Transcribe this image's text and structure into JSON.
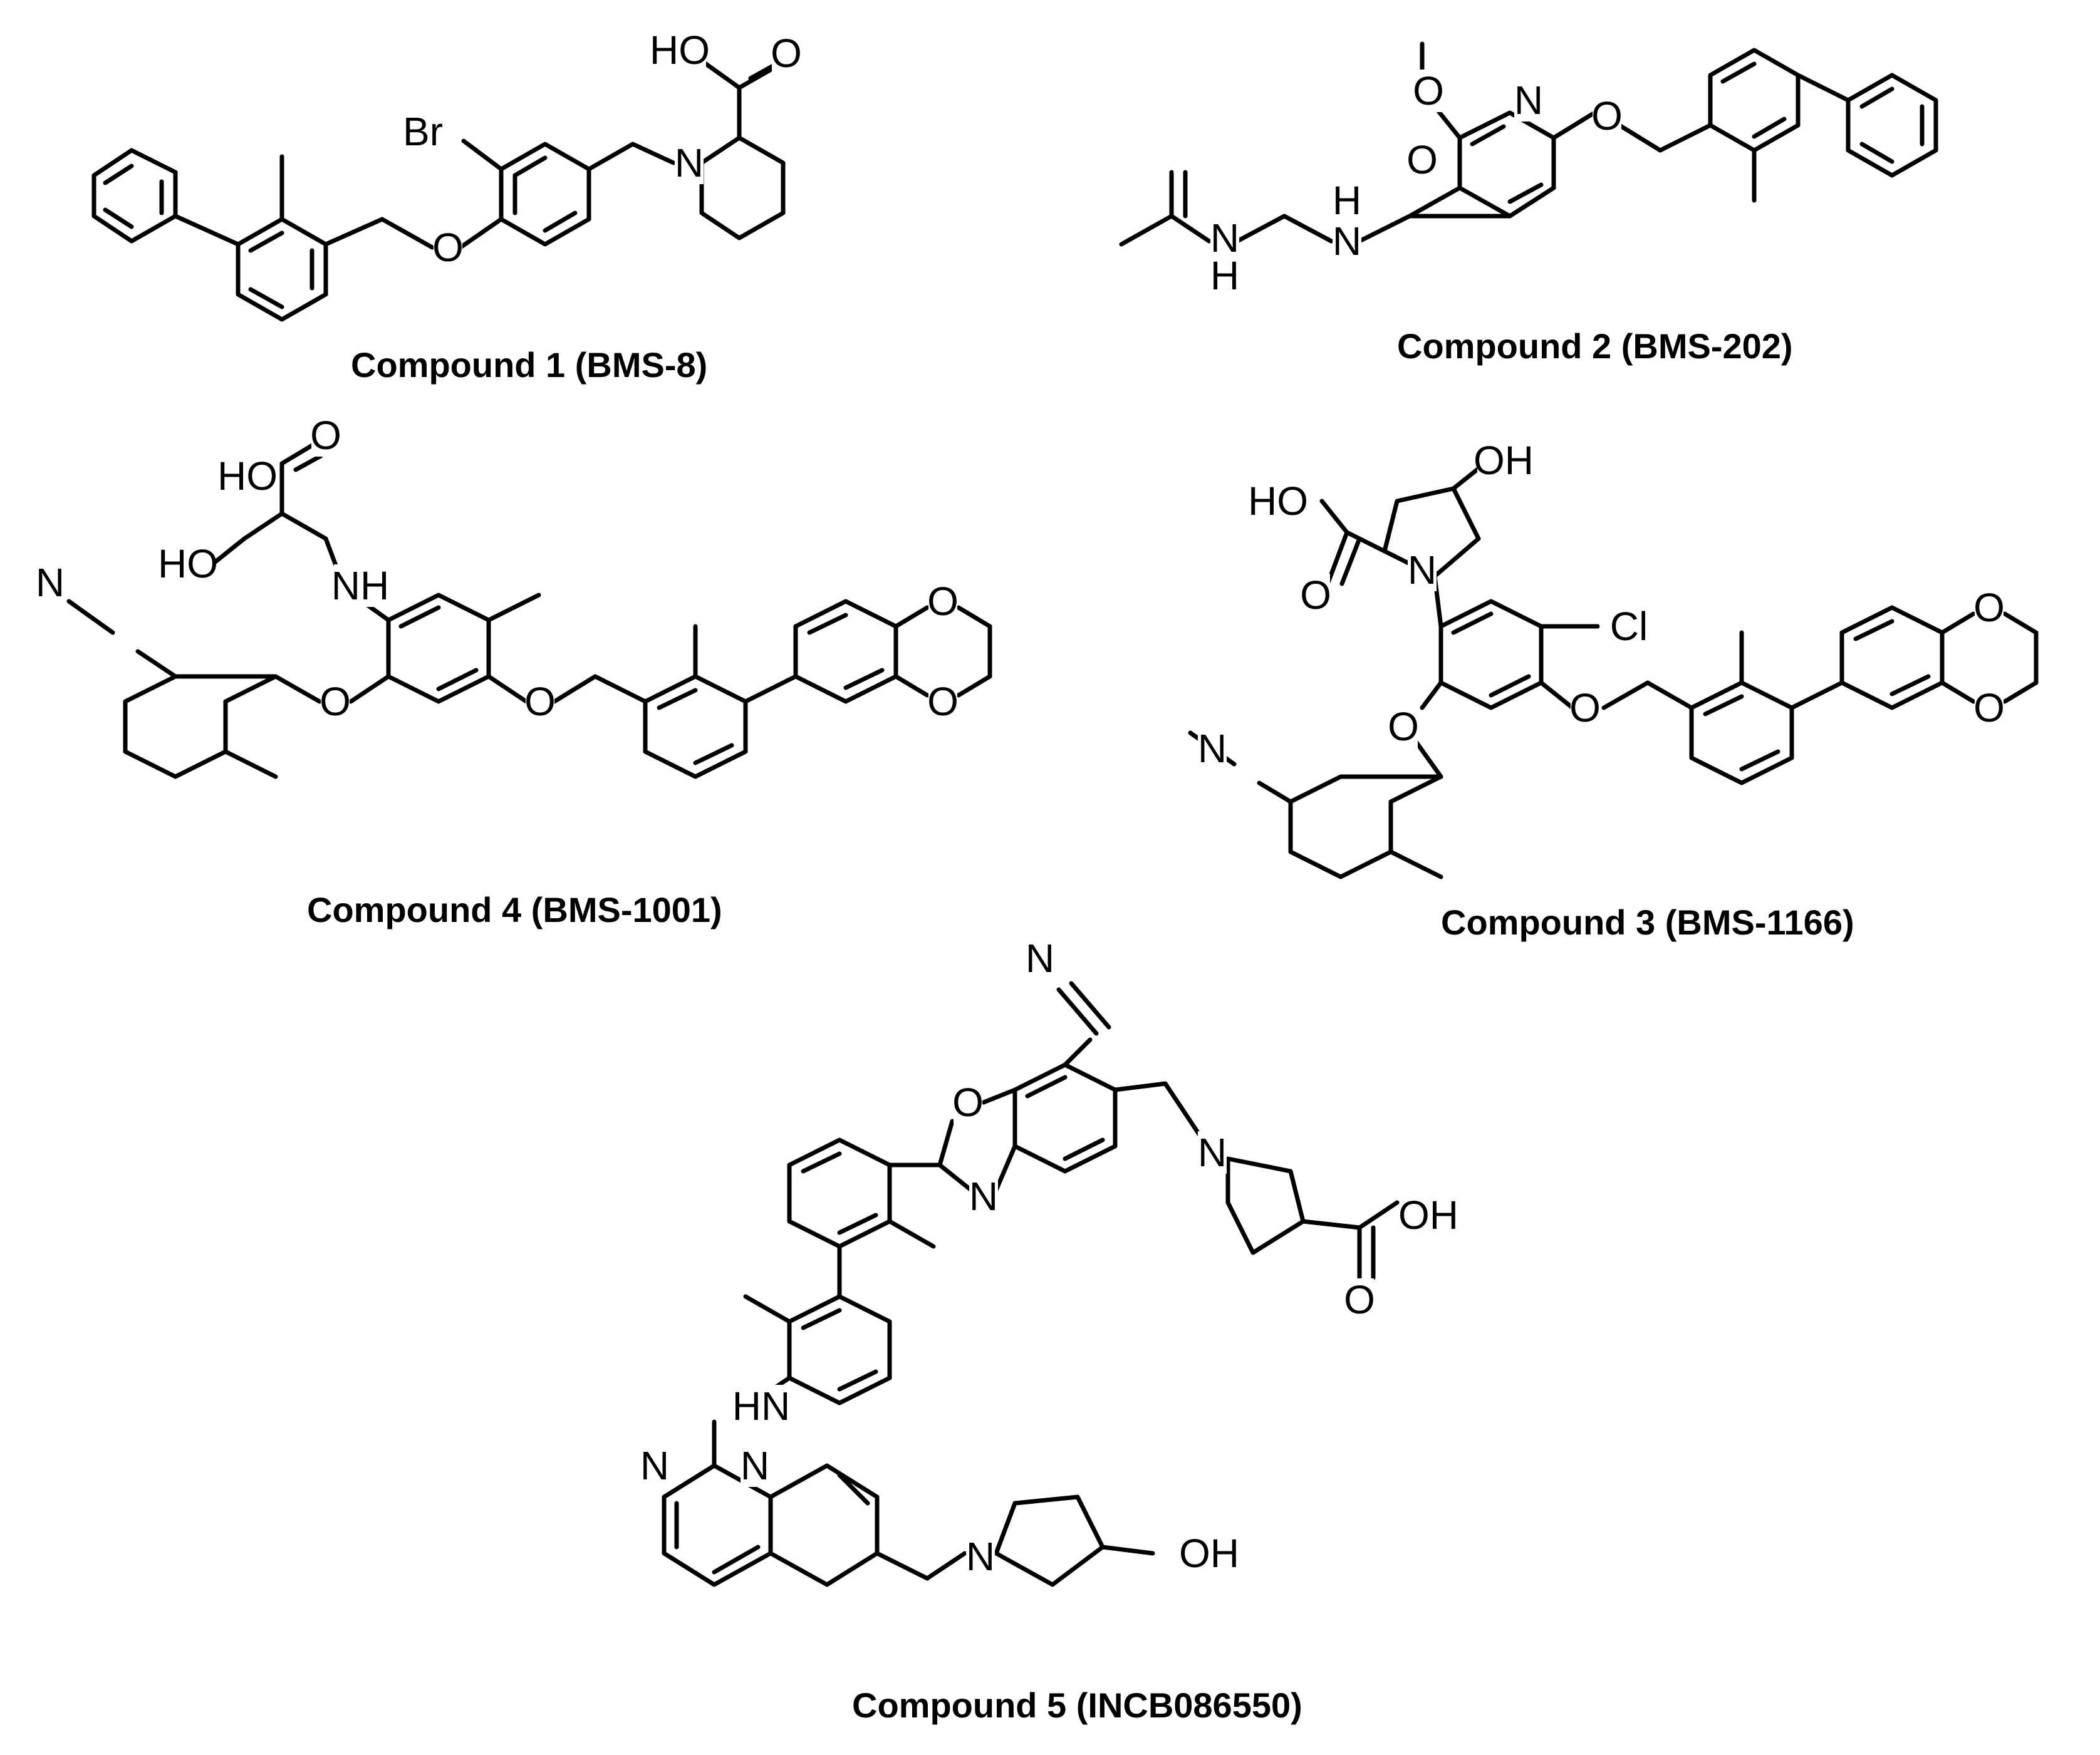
{
  "captions": {
    "c1": "Compound 1 (BMS-8)",
    "c2": "Compound 2 (BMS-202)",
    "c3": "Compound 3 (BMS-1166)",
    "c4": "Compound 4 (BMS-1001)",
    "c5": "Compound 5 (INCB086550)"
  },
  "atoms": {
    "c1": [
      "HO",
      "O",
      "Br",
      "N",
      "O"
    ],
    "c2": [
      "O",
      "N",
      "O",
      "O",
      "N",
      "H",
      "N",
      "H"
    ],
    "c3": [
      "OH",
      "HO",
      "N",
      "O",
      "Cl",
      "O",
      "O",
      "O",
      "O",
      "N"
    ],
    "c4": [
      "HO",
      "O",
      "HO",
      "NH",
      "N",
      "O",
      "O",
      "O",
      "O"
    ],
    "c5": [
      "N",
      "O",
      "N",
      "N",
      "OH",
      "O",
      "HN",
      "N",
      "N",
      "N",
      "OH"
    ]
  }
}
